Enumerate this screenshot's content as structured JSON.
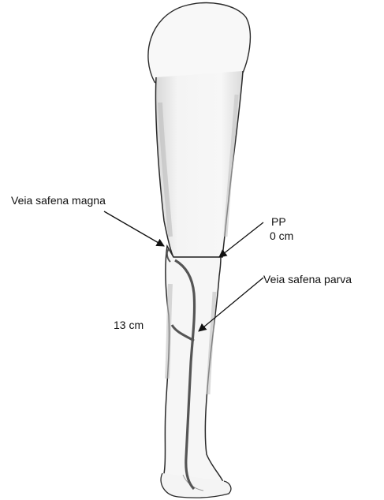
{
  "labels": {
    "great_saphenous": "Veia safena magna",
    "pp_line1": "PP",
    "pp_line2": "0 cm",
    "small_saphenous": "Veia safena parva",
    "distance": "13 cm"
  },
  "colors": {
    "outline": "#2a2a2a",
    "shade": "#c8c8c8",
    "skin": "#f6f6f6",
    "vein": "#555555",
    "arrow": "#111111"
  }
}
